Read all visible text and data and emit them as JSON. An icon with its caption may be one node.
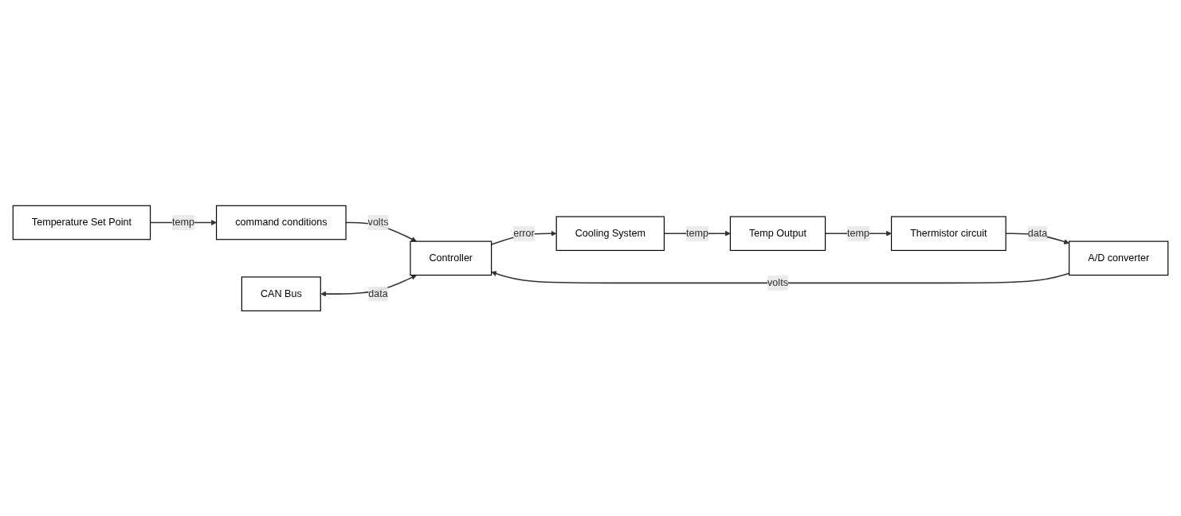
{
  "diagram": {
    "nodes": [
      {
        "text": [
          "Temperature Set Point"
        ]
      },
      {
        "text": [
          "command conditions"
        ]
      },
      {
        "text": [
          "Controller"
        ]
      },
      {
        "text": [
          "CAN Bus"
        ]
      },
      {
        "text": [
          "Cooling System"
        ]
      },
      {
        "text": [
          "Temp Output"
        ]
      },
      {
        "text": [
          "Thermistor circuit"
        ]
      },
      {
        "text": [
          "A/D converter"
        ]
      }
    ],
    "edges": [
      {
        "from": 0,
        "to": 1,
        "arrow": "to",
        "label": "temp"
      },
      {
        "from": 1,
        "to": 2,
        "arrow": "to",
        "label": "volts"
      },
      {
        "from": 3,
        "to": 2,
        "arrow": "both",
        "label": "data"
      },
      {
        "from": 2,
        "to": 4,
        "arrow": "to",
        "label": "error"
      },
      {
        "from": 4,
        "to": 5,
        "arrow": "to",
        "label": "temp"
      },
      {
        "from": 5,
        "to": 6,
        "arrow": "to",
        "label": "temp"
      },
      {
        "from": 6,
        "to": 7,
        "arrow": "to",
        "label": "data"
      },
      {
        "from": 7,
        "to": 2,
        "arrow": "to",
        "label": "volts"
      }
    ]
  }
}
